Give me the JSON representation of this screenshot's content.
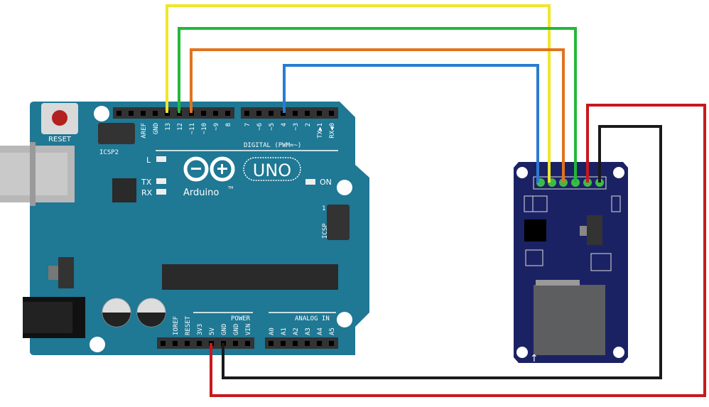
{
  "arduino": {
    "reset_label": "RESET",
    "icsp2_label": "ICSP2",
    "icsp_label": "ICSP",
    "icsp_pin1": "1",
    "brand": "Arduino",
    "tm": "TM",
    "model": "UNO",
    "led_l": "L",
    "led_tx": "TX",
    "led_rx": "RX",
    "led_on": "ON",
    "digital_label": "DIGITAL (PWM=~)",
    "power_label": "POWER",
    "analog_label": "ANALOG IN",
    "top_header_1": [
      "AREF",
      "GND",
      "13",
      "12",
      "~11",
      "~10",
      "~9",
      "8"
    ],
    "top_header_2": [
      "7",
      "~6",
      "~5",
      "4",
      "~3",
      "2",
      "TX▶1",
      "RX◀0"
    ],
    "power_pins": [
      "IOREF",
      "RESET",
      "3V3",
      "5V",
      "GND",
      "GND",
      "VIN"
    ],
    "analog_pins": [
      "A0",
      "A1",
      "A2",
      "A3",
      "A4",
      "A5"
    ]
  },
  "sd_module": {
    "arrow": "↑"
  },
  "colors": {
    "board": "#1f7894",
    "sd_board": "#1b2264",
    "wire_yellow": "#f0e62a",
    "wire_green": "#22b83a",
    "wire_orange": "#e0731e",
    "wire_blue": "#2a7bd0",
    "wire_red": "#c8181c",
    "wire_black": "#1a1a1a"
  }
}
